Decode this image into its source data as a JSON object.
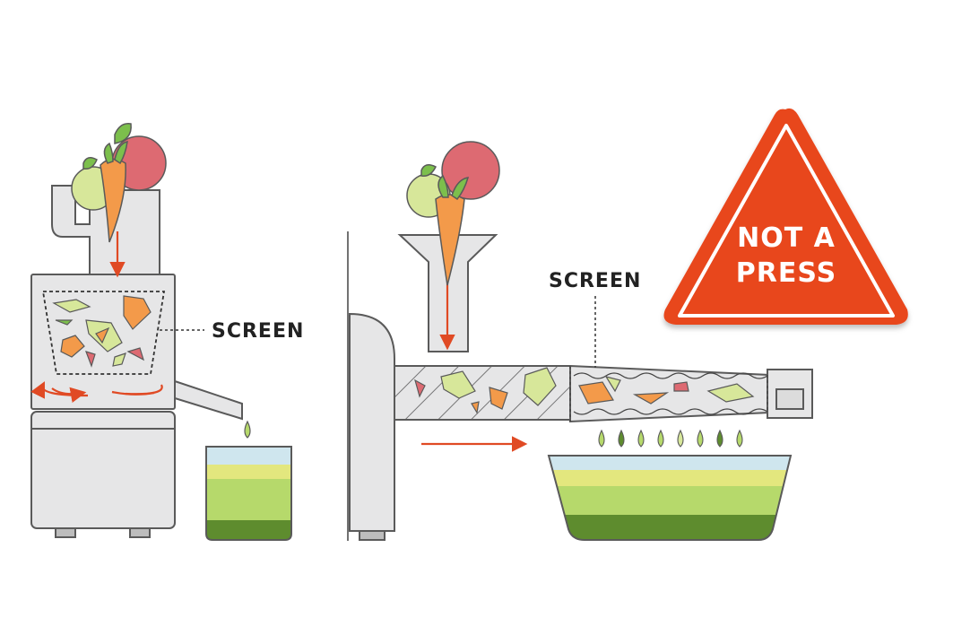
{
  "labels": {
    "screen_left": "SCREEN",
    "screen_right": "SCREEN"
  },
  "warning": {
    "line1": "NOT A",
    "line2": "PRESS",
    "color": "#e8471f"
  },
  "colors": {
    "machine_fill": "#e6e6e7",
    "machine_stroke": "#5a5a5a",
    "arrow": "#e04a24",
    "carrot": "#f39a4a",
    "apple_red": "#dd6a72",
    "apple_green": "#d7e79a",
    "leaf_green": "#7cbf4c",
    "juice_dark": "#5e8c2e",
    "juice_mid": "#b6d96b",
    "juice_yellow": "#e3e77e",
    "juice_foam": "#cfe6ee"
  },
  "icons": {
    "carrot": "carrot-icon",
    "apple": "apple-icon",
    "drop": "juice-drop-icon",
    "warning": "warning-triangle-icon"
  }
}
